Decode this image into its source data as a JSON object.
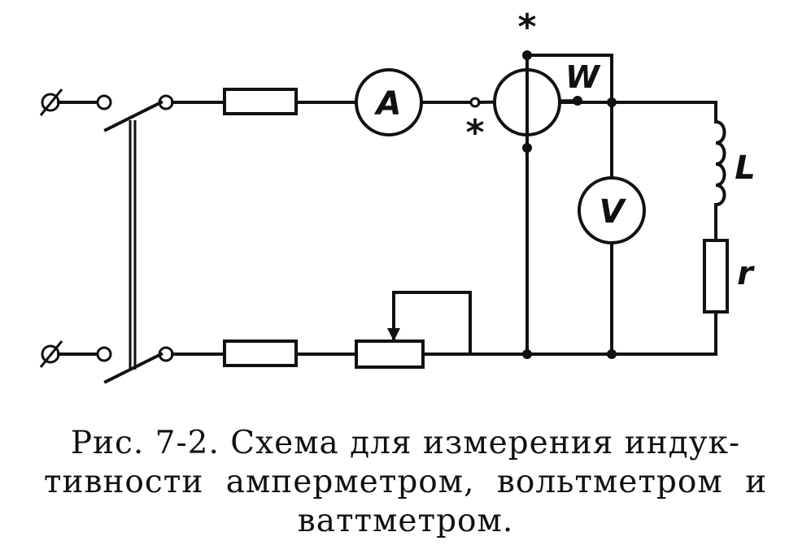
{
  "figure": {
    "labels": {
      "ammeter": "A",
      "wattmeter": "W",
      "voltmeter": "V",
      "inductance": "L",
      "resistance": "r",
      "star_mark": "*"
    },
    "caption": {
      "line1": "Рис. 7-2. Схема для измерения индук-",
      "line2": "тивности амперметром, вольтметром и",
      "line3": "ваттметром."
    }
  }
}
